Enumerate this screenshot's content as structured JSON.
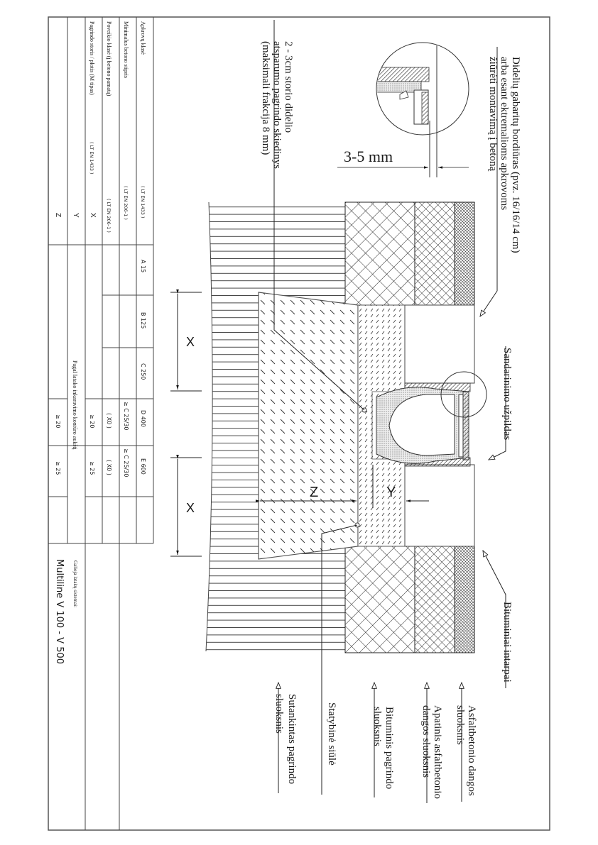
{
  "drawing": {
    "title_block": {
      "valid_for_label": "Galioja latakų sistemai:",
      "system_name": "Multiline V 100 - V 500"
    },
    "table": {
      "rows": [
        {
          "label": "Apkrovų klasė",
          "standard": "( LT EN 1433 )",
          "values": [
            "A 15",
            "B 125",
            "C 250",
            "D 400",
            "E 600",
            ""
          ]
        },
        {
          "label": "Minimalus betono stipris",
          "standard": "( LT EN 206-1 )",
          "values": [
            "",
            "",
            "",
            "≥ C 25/30",
            "≥ C 25/30",
            ""
          ]
        },
        {
          "label": "Poveikio klasė (į betono pamatą)",
          "standard": "( LT EN 206-1 )",
          "values": [
            "",
            "",
            "",
            "( X0 )",
            "( X0 )",
            ""
          ]
        },
        {
          "label": "Pagrindo storis / plotis (M tipas)",
          "standard": "( LT EN 1433 )",
          "symbol": "X",
          "values": [
            "",
            "",
            "",
            "≥ 20",
            "≥ 25",
            ""
          ]
        },
        {
          "label": "",
          "standard": "",
          "symbol": "Y",
          "values": [
            "",
            "",
            "",
            "",
            "",
            ""
          ]
        },
        {
          "label": "",
          "standard": "",
          "symbol": "Z",
          "values": [
            "",
            "",
            "",
            "≥ 20",
            "≥ 25",
            ""
          ]
        }
      ],
      "merged_note": "Pagal latako inkaravimo kontūro aukštį"
    },
    "annotations": {
      "curb": [
        "Didelių gabaritų bordiūras (pvz. 16/16/14 cm)",
        "arba esant ektremalioms apkrovoms",
        "žiūrėti montavimą į betoną"
      ],
      "bedding": [
        "2 - 3cm storio didelio",
        "atsparumo pagrindo skiedinys",
        "(maksimali frakcija 8 mm)"
      ],
      "gap": "3-5 mm",
      "sealing": "Sandarinimo užpildas",
      "bitumen_joints": "Bituminiai intarpai",
      "asphalt_layer": [
        "Asfaltbetonio dangos",
        "sluoksnis"
      ],
      "lower_asphalt_layer": [
        "Apatinis asfaltbetonio",
        "dangos sluoksnis"
      ],
      "bitumen_base": [
        "Bituminis pagrindo",
        "sluoksnis"
      ],
      "construction_joint": "Statybinė siūlė",
      "compacted_base": [
        "Sutankintas pagrindo",
        "sluoksnis"
      ]
    },
    "dimensions": {
      "x_label": "X",
      "y_label": "Y",
      "z_label": "Z"
    }
  }
}
